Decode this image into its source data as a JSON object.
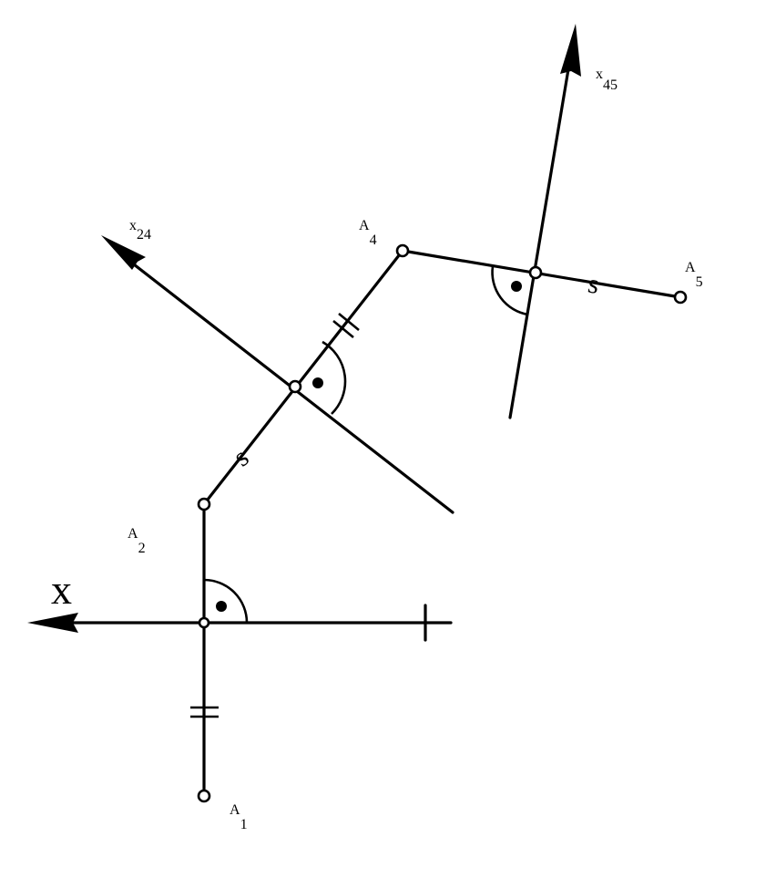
{
  "labels": {
    "x_axis": "x",
    "x24_main": "x",
    "x24_sub": "24",
    "x45_main": "x",
    "x45_sub": "45",
    "A1_main": "A",
    "A1_sub": "1",
    "A2_main": "A",
    "A2_sub": "2",
    "A4_main": "A",
    "A4_sub": "4",
    "A5_main": "A",
    "A5_sub": "5"
  },
  "marks": {
    "equal_distance_symbol": "s"
  },
  "colors": {
    "ink": "#000000",
    "background": "#ffffff"
  }
}
